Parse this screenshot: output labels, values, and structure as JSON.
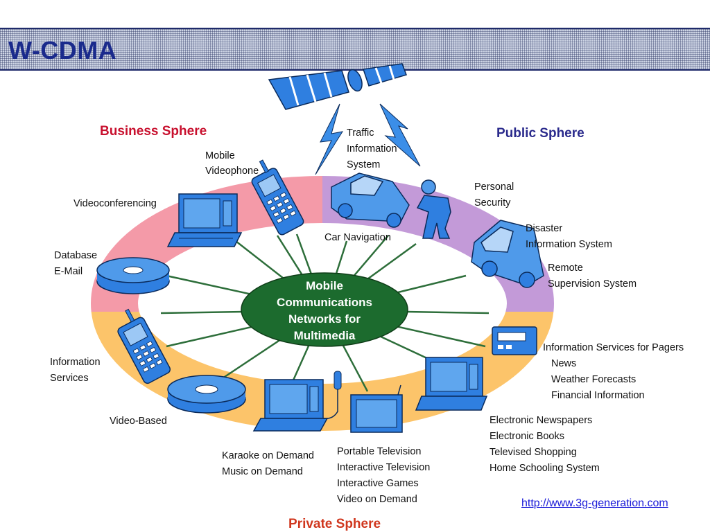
{
  "slide": {
    "title": "W-CDMA"
  },
  "footer": {
    "url": "http://www.3g-generation.com"
  },
  "center": {
    "lines": [
      "Mobile",
      "Communications",
      "Networks for",
      "Multimedia"
    ]
  },
  "spheres": {
    "business": {
      "label": "Business Sphere",
      "color": "#c8102e"
    },
    "public": {
      "label": "Public Sphere",
      "color": "#2a2a8c"
    },
    "private": {
      "label": "Private Sphere",
      "color": "#d0371e"
    }
  },
  "ring_colors": {
    "business": "#f49aa8",
    "public": "#c39ad8",
    "private": "#fcc46a"
  },
  "labels": {
    "mobile_videophone": [
      "Mobile",
      "Videophone"
    ],
    "traffic_info": [
      "Traffic",
      "Information",
      "System"
    ],
    "videoconferencing": [
      "Videoconferencing"
    ],
    "database_email": [
      "Database",
      "E-Mail"
    ],
    "car_navigation": [
      "Car Navigation"
    ],
    "personal_security": [
      "Personal",
      "Security"
    ],
    "disaster_info": [
      "Disaster",
      "Information System"
    ],
    "remote_supervision": [
      "Remote",
      "Supervision System"
    ],
    "pagers": [
      "Information Services for Pagers",
      "News",
      "Weather Forecasts",
      "Financial Information"
    ],
    "information_services": [
      "Information",
      "Services"
    ],
    "video_based": [
      "Video-Based"
    ],
    "karaoke": [
      "Karaoke on Demand",
      "Music on Demand"
    ],
    "television": [
      "Portable Television",
      "Interactive Television",
      "Interactive Games",
      "Video on Demand"
    ],
    "newspapers": [
      "Electronic Newspapers",
      "Electronic Books",
      "Televised Shopping",
      "Home Schooling System"
    ]
  },
  "icons": [
    "satellite-icon",
    "lightning-icon",
    "mobile-phone-icon",
    "laptop-icon",
    "car-icon",
    "person-icon",
    "van-icon",
    "disc-icon",
    "pager-icon",
    "television-icon",
    "microphone-icon"
  ]
}
